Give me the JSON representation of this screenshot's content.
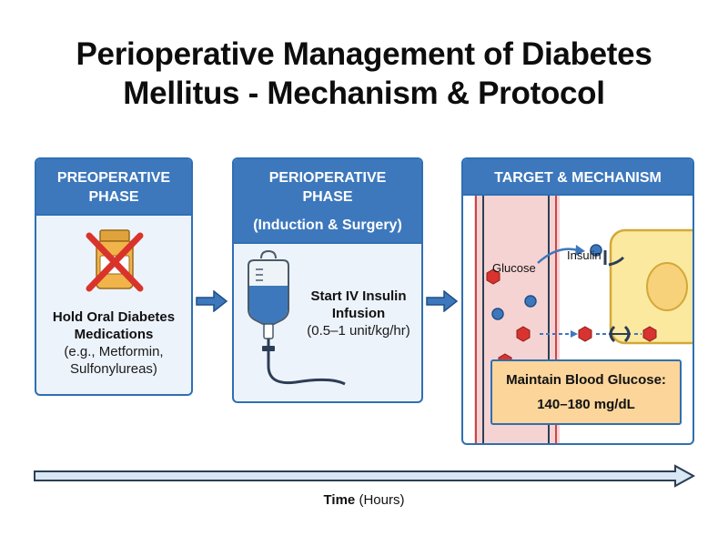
{
  "title": {
    "line1": "Perioperative Management of Diabetes",
    "line2": "Mellitus - Mechanism & Protocol"
  },
  "preoperative": {
    "header_line1": "PREOPERATIVE",
    "header_line2": "PHASE",
    "icon": "crossed-out-pill-bottle-icon",
    "text_line1": "Hold Oral Diabetes",
    "text_line2": "Medications",
    "text_line3": "(e.g., Metformin,",
    "text_line4": "Sulfonylureas)"
  },
  "perioperative": {
    "header_line1": "PERIOPERATIVE",
    "header_line2": "PHASE",
    "header_sub": "(Induction & Surgery)",
    "icon": "iv-bag-icon",
    "text_line1": "Start IV Insulin",
    "text_line2": "Infusion",
    "text_line3": "(0.5–1 unit/kg/hr)"
  },
  "target": {
    "header": "TARGET & MECHANISM",
    "glucose_label": "Glucose",
    "insulin_label": "Insulin",
    "goal_line1": "Maintain Blood Glucose:",
    "goal_line2": "140–180 mg/dL"
  },
  "timeline": {
    "label_bold": "Time",
    "label_rest": " (Hours)"
  },
  "colors": {
    "header_blue": "#3d78bd",
    "panel_border": "#2f6fb3",
    "panel_bg": "#edf3fb",
    "cross_red": "#d9342b",
    "vessel_pink": "#f6d3d3",
    "glucose_red": "#d8332e",
    "cell_yellow": "#fbe9a0",
    "goal_orange": "#fbd59a"
  }
}
